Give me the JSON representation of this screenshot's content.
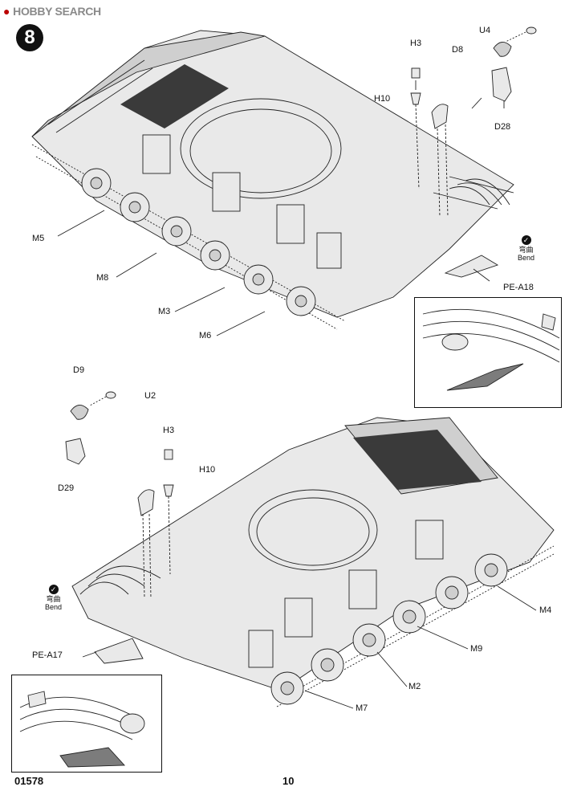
{
  "watermark": {
    "brand": "HOBBY SEARCH"
  },
  "step": {
    "number": "8"
  },
  "parts_top": {
    "u4": "U4",
    "d8": "D8",
    "d28": "D28",
    "h3": "H3",
    "h10": "H10",
    "m5": "M5",
    "m8": "M8",
    "m3": "M3",
    "m6": "M6",
    "pe_a18": "PE-A18"
  },
  "parts_bottom": {
    "d9": "D9",
    "u2": "U2",
    "d29": "D29",
    "h3": "H3",
    "h10": "H10",
    "m4": "M4",
    "m9": "M9",
    "m2": "M2",
    "m7": "M7",
    "pe_a17": "PE-A17"
  },
  "bend_top": {
    "cn": "弯曲",
    "en": "Bend"
  },
  "bend_bottom": {
    "cn": "弯曲",
    "en": "Bend"
  },
  "footer": {
    "kit_number": "01578",
    "page_number": "10"
  },
  "colors": {
    "line": "#222222",
    "panel_gray": "#cfcfcf",
    "grill": "#3a3a3a"
  }
}
